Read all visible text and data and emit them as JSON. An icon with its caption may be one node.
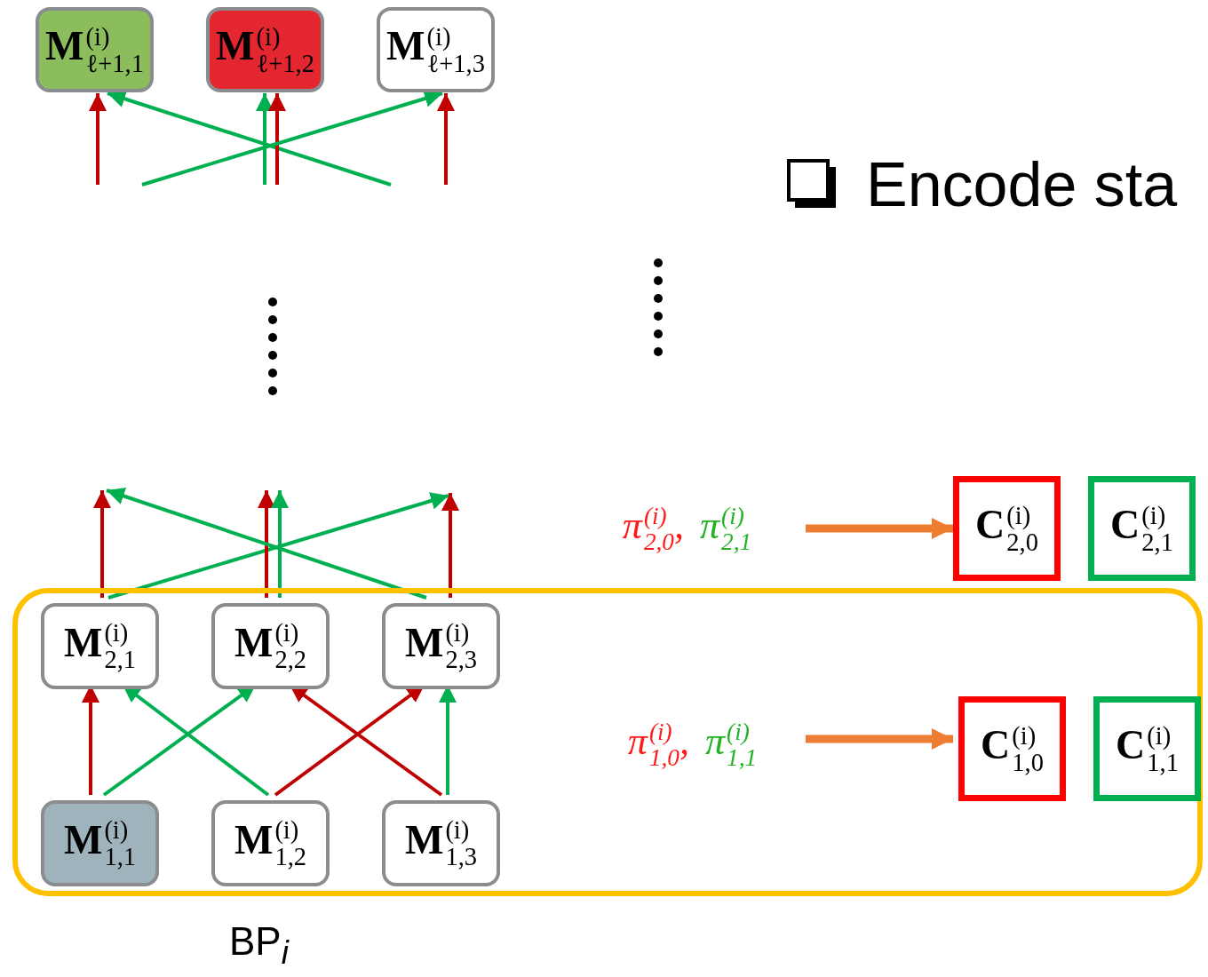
{
  "diagram": {
    "nodes": [
      {
        "text": [
          "**M**$^{(i)}$$_{ℓ+1,1}$"
        ]
      },
      {
        "text": [
          "**M**$^{(i)}$$_{ℓ+1,2}$"
        ]
      },
      {
        "text": [
          "**M**$^{(i)}$$_{ℓ+1,3}$"
        ]
      },
      {
        "text": [
          "π$^{(i)}$$_{2,0}$,",
          "π$^{(i)}$$_{2,1}$"
        ]
      },
      {
        "text": [
          "**C**$^{(i)}$$_{2,0}$"
        ]
      },
      {
        "text": [
          "**C**$^{(i)}$$_{2,1}$"
        ]
      },
      {
        "text": [],
        "shape": "box"
      },
      {
        "text": [
          "**M**$^{(i)}$$_{2,1}$"
        ],
        "in": 6
      },
      {
        "text": [
          "**M**$^{(i)}$$_{2,2}$"
        ],
        "in": 6
      },
      {
        "text": [
          "**M**$^{(i)}$$_{2,3}$"
        ],
        "in": 6
      },
      {
        "text": [
          "π$^{(i)}$$_{1,0}$,",
          "π$^{(i)}$$_{1,1}$"
        ],
        "in": 6
      },
      {
        "text": [
          "**C**$^{(i)}$$_{1,0}$"
        ],
        "in": 6
      },
      {
        "text": [
          "**C**$^{(i)}$$_{1,1}$"
        ],
        "in": 6
      },
      {
        "text": [
          "**M**$^{(i)}$$_{1,1}$"
        ],
        "in": 6
      },
      {
        "text": [
          "**M**$^{(i)}$$_{1,2}$"
        ],
        "in": 6
      },
      {
        "text": [
          "**M**$^{(i)}$$_{1,3}$"
        ],
        "in": 6
      }
    ],
    "edges": [
      {
        "from": null,
        "to": 0,
        "arrow": "to",
        "color": "#c00000"
      },
      {
        "from": null,
        "to": 0,
        "arrow": "to",
        "color": "#00b050"
      },
      {
        "from": null,
        "to": 1,
        "arrow": "to",
        "color": "#00b050"
      },
      {
        "from": null,
        "to": 1,
        "arrow": "to",
        "color": "#c00000"
      },
      {
        "from": null,
        "to": 2,
        "arrow": "to",
        "color": "#00b050"
      },
      {
        "from": null,
        "to": 2,
        "arrow": "to",
        "color": "#c00000"
      },
      {
        "from": 7,
        "to": null,
        "arrow": "to",
        "color": "#c00000"
      },
      {
        "from": 7,
        "to": null,
        "arrow": "to",
        "color": "#00b050"
      },
      {
        "from": 8,
        "to": null,
        "arrow": "to",
        "color": "#c00000"
      },
      {
        "from": 8,
        "to": null,
        "arrow": "to",
        "color": "#00b050"
      },
      {
        "from": 9,
        "to": null,
        "arrow": "to",
        "color": "#00b050"
      },
      {
        "from": 9,
        "to": null,
        "arrow": "to",
        "color": "#c00000"
      },
      {
        "from": 3,
        "to": 4,
        "arrow": "to",
        "style": "thick",
        "color": "#ed7d31"
      },
      {
        "from": 13,
        "to": 7,
        "arrow": "to",
        "color": "#c00000"
      },
      {
        "from": 14,
        "to": 7,
        "arrow": "to",
        "color": "#00b050"
      },
      {
        "from": 13,
        "to": 8,
        "arrow": "to",
        "color": "#00b050"
      },
      {
        "from": 15,
        "to": 8,
        "arrow": "to",
        "color": "#c00000"
      },
      {
        "from": 14,
        "to": 9,
        "arrow": "to",
        "color": "#c00000"
      },
      {
        "from": 15,
        "to": 9,
        "arrow": "to",
        "color": "#00b050"
      },
      {
        "from": 10,
        "to": 11,
        "arrow": "to",
        "style": "thick",
        "color": "#ed7d31"
      }
    ],
    "labels": [
      "Encode sta",
      "BP$_{i}$"
    ]
  }
}
